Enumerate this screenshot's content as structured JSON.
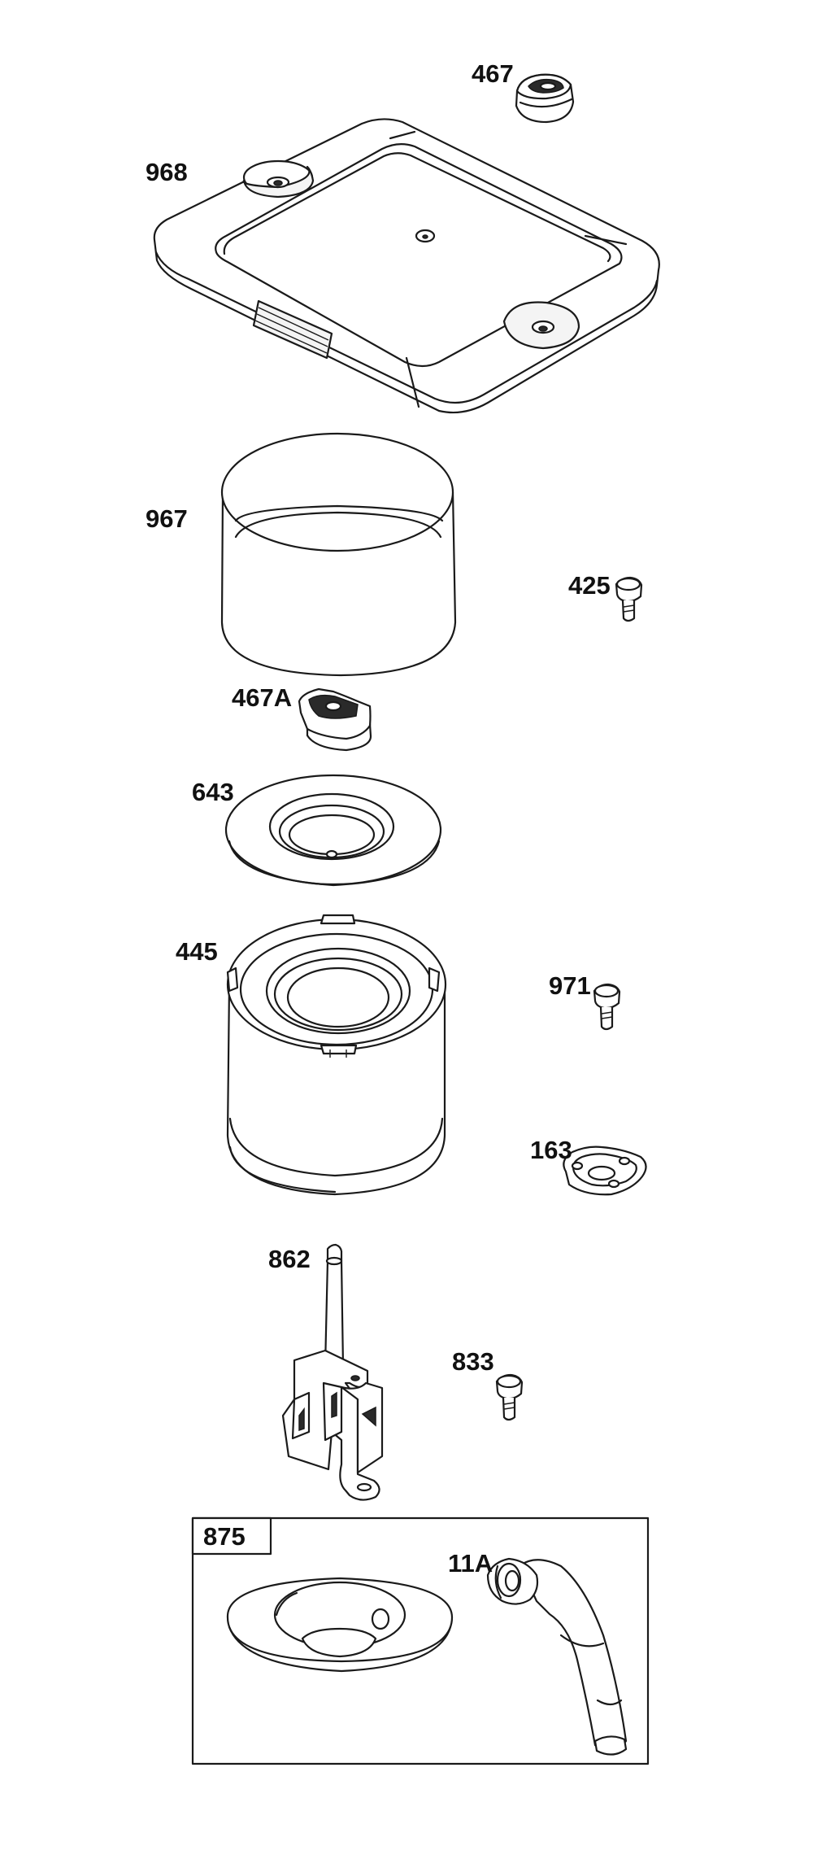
{
  "part_labels": {
    "p467": "467",
    "p968": "968",
    "p967": "967",
    "p425": "425",
    "p467a": "467A",
    "p643": "643",
    "p445": "445",
    "p971": "971",
    "p163": "163",
    "p862": "862",
    "p833": "833",
    "p875": "875",
    "p11a": "11A"
  },
  "colors": {
    "line": "#1a1a1a",
    "background": "#ffffff",
    "label": "#111111"
  }
}
